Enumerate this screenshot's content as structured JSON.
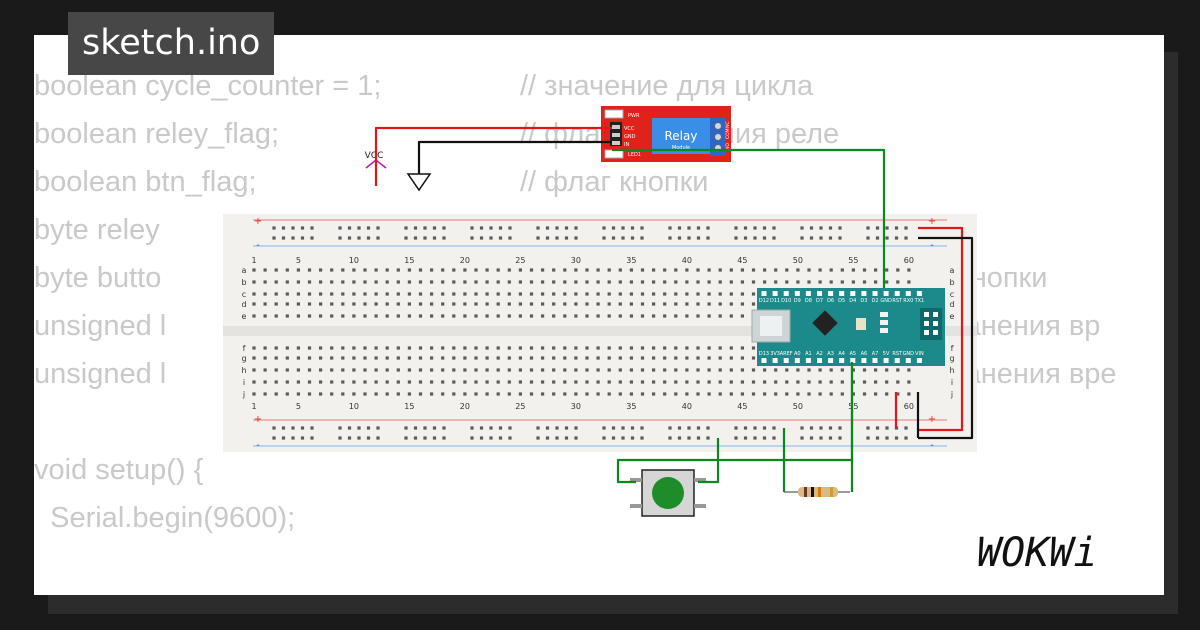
{
  "file_tab": {
    "label": "sketch.ino"
  },
  "code_lines": [
    {
      "code": "boolean cycle_counter = 1;",
      "comment": "// значение для цикла"
    },
    {
      "code": "boolean reley_flag;",
      "comment": "// флаг положения реле"
    },
    {
      "code": "boolean btn_flag;",
      "comment": "// флаг кнопки"
    },
    {
      "code": "byte reley",
      "comment": ""
    },
    {
      "code": "byte butto",
      "comment": "кнопки"
    },
    {
      "code": "unsigned l",
      "comment": "хранения вр"
    },
    {
      "code": "unsigned l",
      "comment": "хранения вре"
    },
    {
      "code": "",
      "comment": ""
    },
    {
      "code": "void setup() {",
      "comment": ""
    },
    {
      "code": "  Serial.begin(9600);",
      "comment": ""
    }
  ],
  "relay_module": {
    "title": "Relay",
    "subtitle": "Module",
    "pins": [
      "VCC",
      "GND",
      "IN"
    ],
    "labels": [
      "PWR",
      "LED1"
    ],
    "terminals": [
      "NO",
      "COM",
      "NC"
    ]
  },
  "vcc_label": "VCC",
  "breadboard": {
    "column_labels": [
      "1",
      "5",
      "10",
      "15",
      "20",
      "25",
      "30",
      "35",
      "40",
      "45",
      "50",
      "55",
      "60"
    ],
    "row_labels_top": [
      "a",
      "b",
      "c",
      "d",
      "e"
    ],
    "row_labels_bottom": [
      "f",
      "g",
      "h",
      "i",
      "j"
    ],
    "plus": "+",
    "minus": "-"
  },
  "arduino": {
    "top_pins": [
      "D12",
      "D11",
      "D10",
      "D9",
      "D8",
      "D7",
      "D6",
      "D5",
      "D4",
      "D3",
      "D2",
      "GND",
      "RST",
      "RX0",
      "TX1"
    ],
    "bottom_pins": [
      "D13",
      "3V3",
      "AREF",
      "A0",
      "A1",
      "A2",
      "A3",
      "A4",
      "A5",
      "A6",
      "A7",
      "5V",
      "RST",
      "GND",
      "VIN"
    ]
  },
  "logo": {
    "text": "WOKWi"
  },
  "colors": {
    "background": "#1a1a1a",
    "card": "#ffffff",
    "tab": "#474747",
    "code_text": "#c9c9c9",
    "breadboard": "#f2f1ee",
    "relay_board": "#e0221b",
    "relay_block": "#3a8ee8",
    "arduino": "#1c8a8a",
    "wire_red": "#e0161b",
    "wire_black": "#111111",
    "wire_green": "#0a8a1e",
    "button": "#1d8c29"
  }
}
